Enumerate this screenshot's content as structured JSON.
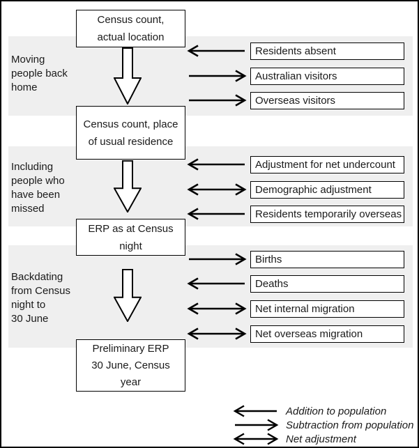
{
  "colors": {
    "band_bg": "#efefef",
    "line": "#000000",
    "box_bg": "#ffffff"
  },
  "flow_boxes": [
    {
      "label": "Census count,\nactual location"
    },
    {
      "label": "Census count, place\nof usual residence"
    },
    {
      "label": "ERP as at Census\nnight"
    },
    {
      "label": "Preliminary ERP\n30 June, Census\nyear"
    }
  ],
  "sections": [
    {
      "band_label": "Moving\npeople back\nhome",
      "items": [
        {
          "label": "Residents absent",
          "arrow": "left"
        },
        {
          "label": "Australian visitors",
          "arrow": "right"
        },
        {
          "label": "Overseas visitors",
          "arrow": "right"
        }
      ]
    },
    {
      "band_label": "Including\npeople who\nhave been\nmissed",
      "items": [
        {
          "label": "Adjustment for net undercount",
          "arrow": "left"
        },
        {
          "label": "Demographic adjustment",
          "arrow": "double"
        },
        {
          "label": "Residents temporarily overseas",
          "arrow": "left"
        }
      ]
    },
    {
      "band_label": "Backdating\nfrom Census\nnight to\n30 June",
      "items": [
        {
          "label": "Births",
          "arrow": "right"
        },
        {
          "label": "Deaths",
          "arrow": "left"
        },
        {
          "label": "Net internal migration",
          "arrow": "double"
        },
        {
          "label": "Net overseas migration",
          "arrow": "double"
        }
      ]
    }
  ],
  "legend": [
    {
      "label": "Addition to population",
      "arrow": "left"
    },
    {
      "label": "Subtraction from population",
      "arrow": "right"
    },
    {
      "label": "Net adjustment",
      "arrow": "double"
    }
  ]
}
